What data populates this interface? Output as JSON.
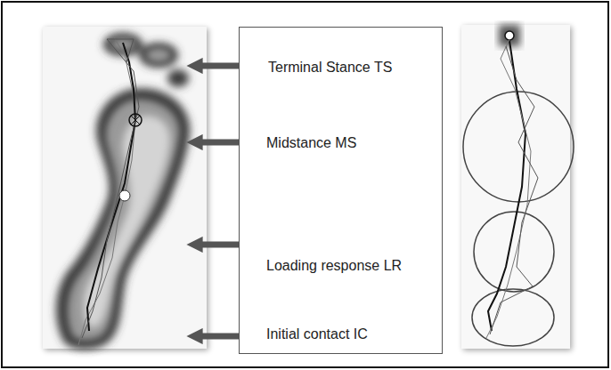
{
  "diagram": {
    "nodes": [
      {
        "text": [
          "Terminal Stance TS",
          "Midstance MS",
          "Loading response LR",
          "Initial contact IC"
        ]
      }
    ]
  }
}
